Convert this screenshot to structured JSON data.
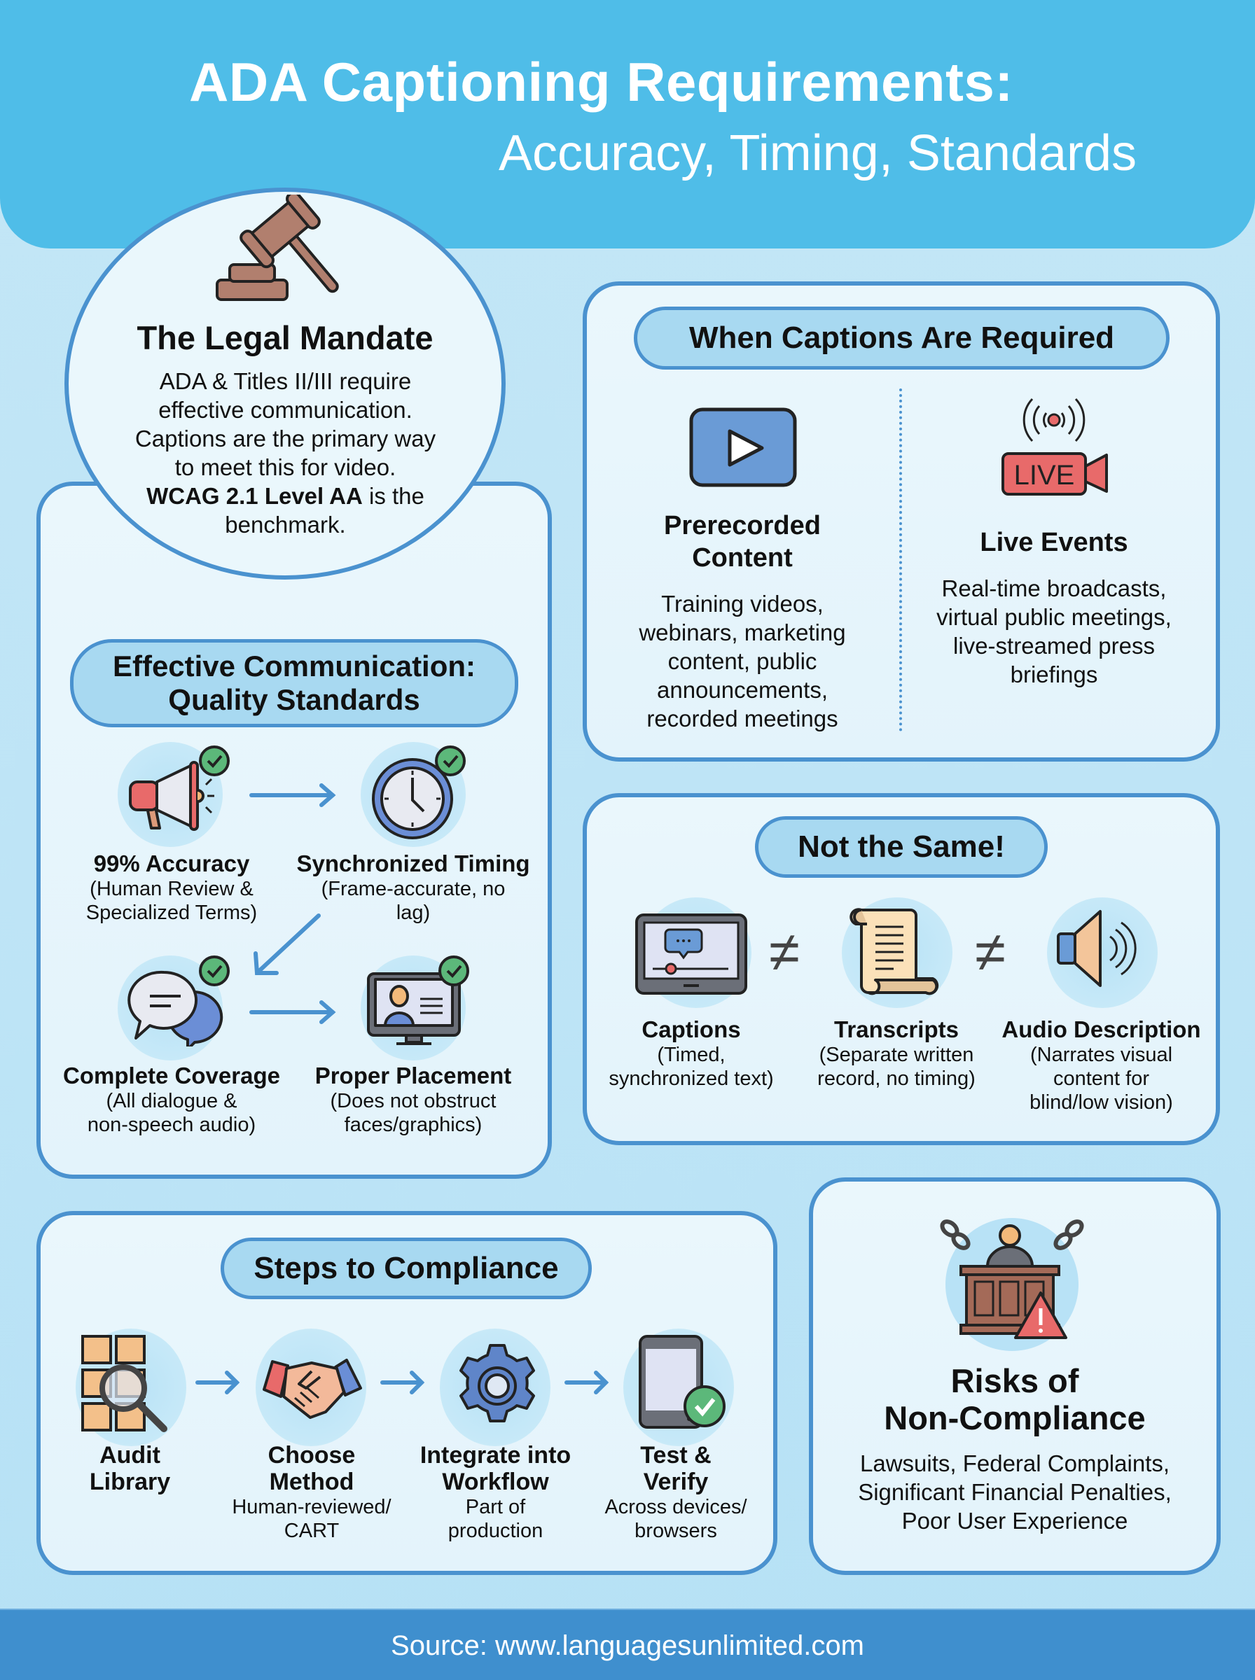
{
  "header": {
    "title": "ADA Captioning Requirements:",
    "subtitle": "Accuracy, Timing, Standards"
  },
  "legal_mandate": {
    "icon": "gavel-icon",
    "title": "The Legal Mandate",
    "text_lines": [
      "ADA & Titles II/III require",
      "effective communication.",
      "Captions are the primary way",
      "to meet this for video."
    ],
    "bold_text": "WCAG 2.1 Level AA",
    "after_bold": " is the",
    "last_line": "benchmark."
  },
  "when_required": {
    "title": "When Captions Are Required",
    "items": [
      {
        "icon": "video-play-icon",
        "title_lines": [
          "Prerecorded",
          "Content"
        ],
        "desc_lines": [
          "Training videos,",
          "webinars, marketing",
          "content, public",
          "announcements,",
          "recorded meetings"
        ]
      },
      {
        "icon": "live-camera-icon",
        "icon_label": "LIVE",
        "title_lines": [
          "Live Events"
        ],
        "desc_lines": [
          "Real-time broadcasts,",
          "virtual public meetings,",
          "live-streamed press",
          "briefings"
        ]
      }
    ]
  },
  "quality": {
    "title_lines": [
      "Effective Communication:",
      "Quality Standards"
    ],
    "items": [
      {
        "icon": "megaphone-icon",
        "title": "99% Accuracy",
        "desc_lines": [
          "(Human Review &",
          "Specialized Terms)"
        ]
      },
      {
        "icon": "clock-icon",
        "title": "Synchronized Timing",
        "desc_lines": [
          "(Frame-accurate, no",
          "lag)"
        ]
      },
      {
        "icon": "chat-bubbles-icon",
        "title": "Complete Coverage",
        "desc_lines": [
          "(All dialogue &",
          "non-speech audio)"
        ]
      },
      {
        "icon": "monitor-person-icon",
        "title": "Proper Placement",
        "desc_lines": [
          "(Does not obstruct",
          "faces/graphics)"
        ]
      }
    ]
  },
  "not_same": {
    "title": "Not the Same!",
    "operator": "≠",
    "items": [
      {
        "icon": "caption-screen-icon",
        "title": "Captions",
        "desc_lines": [
          "(Timed,",
          "synchronized text)"
        ]
      },
      {
        "icon": "scroll-icon",
        "title": "Transcripts",
        "desc_lines": [
          "(Separate written",
          "record, no timing)"
        ]
      },
      {
        "icon": "speaker-icon",
        "title": "Audio Description",
        "desc_lines": [
          "(Narrates visual",
          "content for",
          "blind/low vision)"
        ]
      }
    ]
  },
  "steps": {
    "title": "Steps to Compliance",
    "items": [
      {
        "icon": "audit-library-icon",
        "title_lines": [
          "Audit",
          "Library"
        ],
        "desc_lines": []
      },
      {
        "icon": "handshake-icon",
        "title_lines": [
          "Choose",
          "Method"
        ],
        "desc_lines": [
          "Human-reviewed/",
          "CART"
        ]
      },
      {
        "icon": "gear-icon",
        "title_lines": [
          "Integrate into",
          "Workflow"
        ],
        "desc_lines": [
          "Part of",
          "production"
        ]
      },
      {
        "icon": "tablet-check-icon",
        "title_lines": [
          "Test &",
          "Verify"
        ],
        "desc_lines": [
          "Across devices/",
          "browsers"
        ]
      }
    ]
  },
  "risks": {
    "icon": "courtroom-warning-icon",
    "title_lines": [
      "Risks of",
      "Non-Compliance"
    ],
    "desc_lines": [
      "Lawsuits, Federal Complaints,",
      "Significant Financial Penalties,",
      "Poor User Experience"
    ]
  },
  "footer": {
    "source": "Source: www.languagesunlimited.com"
  },
  "colors": {
    "header_blue": "#4fbde8",
    "border_blue": "#4a92cf",
    "pill_blue": "#a8d9f1",
    "footer_blue": "#3f8fce",
    "check_green": "#5cb87a",
    "alert_red": "#e86a6a"
  }
}
